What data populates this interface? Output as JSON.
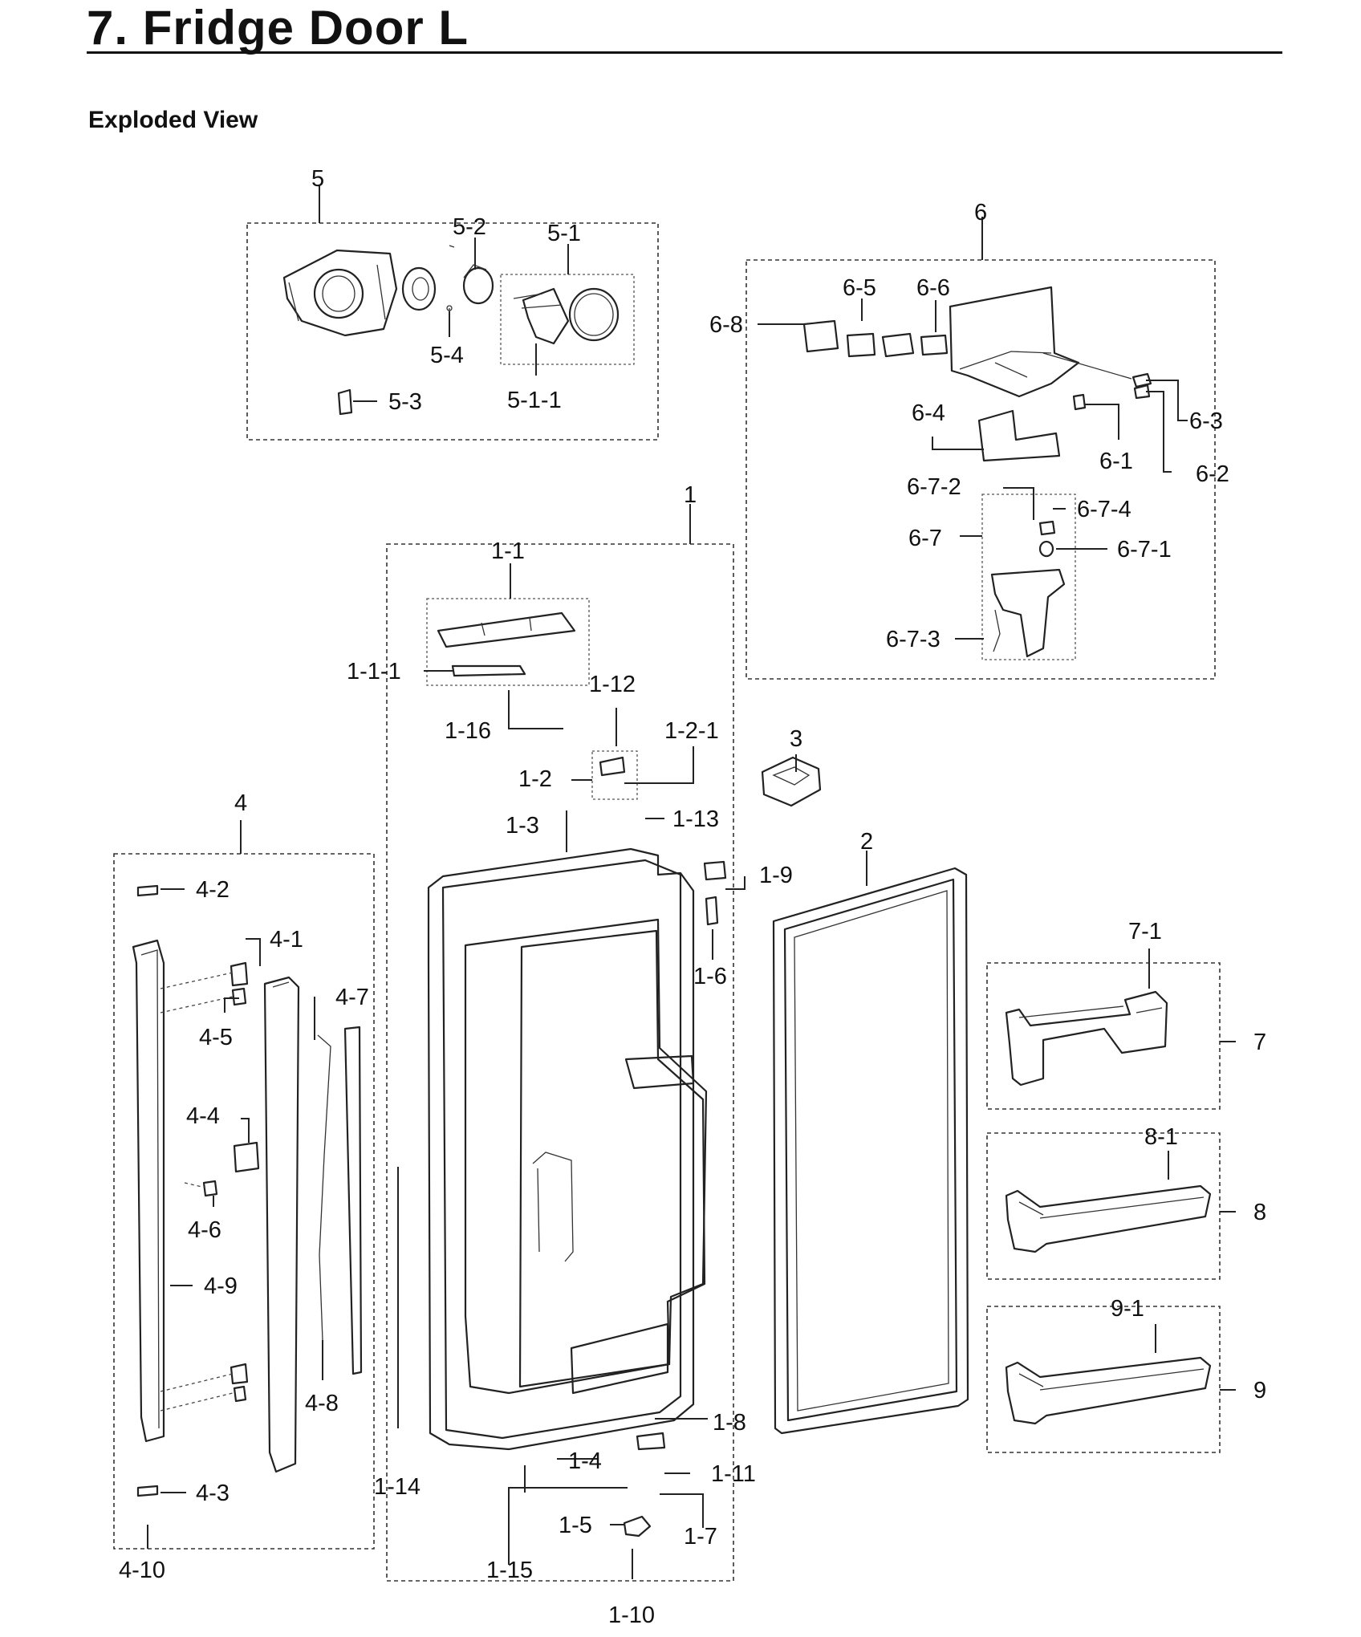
{
  "header": {
    "title": "7.  Fridge Door L",
    "subtitle": "Exploded View"
  },
  "callouts": {
    "c1": "1",
    "c1_1": "1-1",
    "c1_1_1": "1-1-1",
    "c1_2": "1-2",
    "c1_2_1": "1-2-1",
    "c1_3": "1-3",
    "c1_4": "1-4",
    "c1_5": "1-5",
    "c1_6": "1-6",
    "c1_7": "1-7",
    "c1_8": "1-8",
    "c1_9": "1-9",
    "c1_10": "1-10",
    "c1_11": "1-11",
    "c1_12": "1-12",
    "c1_13": "1-13",
    "c1_14": "1-14",
    "c1_15": "1-15",
    "c1_16": "1-16",
    "c2": "2",
    "c3": "3",
    "c4": "4",
    "c4_1": "4-1",
    "c4_2": "4-2",
    "c4_3": "4-3",
    "c4_4": "4-4",
    "c4_5": "4-5",
    "c4_6": "4-6",
    "c4_7": "4-7",
    "c4_8": "4-8",
    "c4_9": "4-9",
    "c4_10": "4-10",
    "c5": "5",
    "c5_1": "5-1",
    "c5_1_1": "5-1-1",
    "c5_2": "5-2",
    "c5_3": "5-3",
    "c5_4": "5-4",
    "c6": "6",
    "c6_1": "6-1",
    "c6_2": "6-2",
    "c6_3": "6-3",
    "c6_4": "6-4",
    "c6_5": "6-5",
    "c6_6": "6-6",
    "c6_7": "6-7",
    "c6_7_1": "6-7-1",
    "c6_7_2": "6-7-2",
    "c6_7_3": "6-7-3",
    "c6_7_4": "6-7-4",
    "c6_8": "6-8",
    "c7": "7",
    "c7_1": "7-1",
    "c8": "8",
    "c8_1": "8-1",
    "c9": "9",
    "c9_1": "9-1"
  }
}
